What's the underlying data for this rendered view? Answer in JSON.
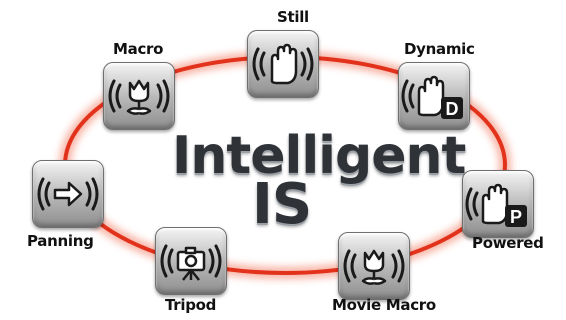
{
  "title": {
    "line1": "Intelligent",
    "line2": "IS"
  },
  "colors": {
    "ring": "#e2321c",
    "ring_glow": "#f6a08e",
    "tile_top": "#f4f4f4",
    "tile_bottom": "#8e8e8e",
    "glyph": "#1a1a1a",
    "title_text": "#2f3338"
  },
  "modes": [
    {
      "label": "Still",
      "icon": "open-hand-icon"
    },
    {
      "label": "Dynamic",
      "icon": "hand-d-icon",
      "badge": "D"
    },
    {
      "label": "Powered",
      "icon": "hand-p-icon",
      "badge": "P"
    },
    {
      "label": "Movie Macro",
      "icon": "flower-icon"
    },
    {
      "label": "Tripod",
      "icon": "camera-icon"
    },
    {
      "label": "Panning",
      "icon": "arrow-right-icon"
    },
    {
      "label": "Macro",
      "icon": "flower-icon"
    }
  ]
}
